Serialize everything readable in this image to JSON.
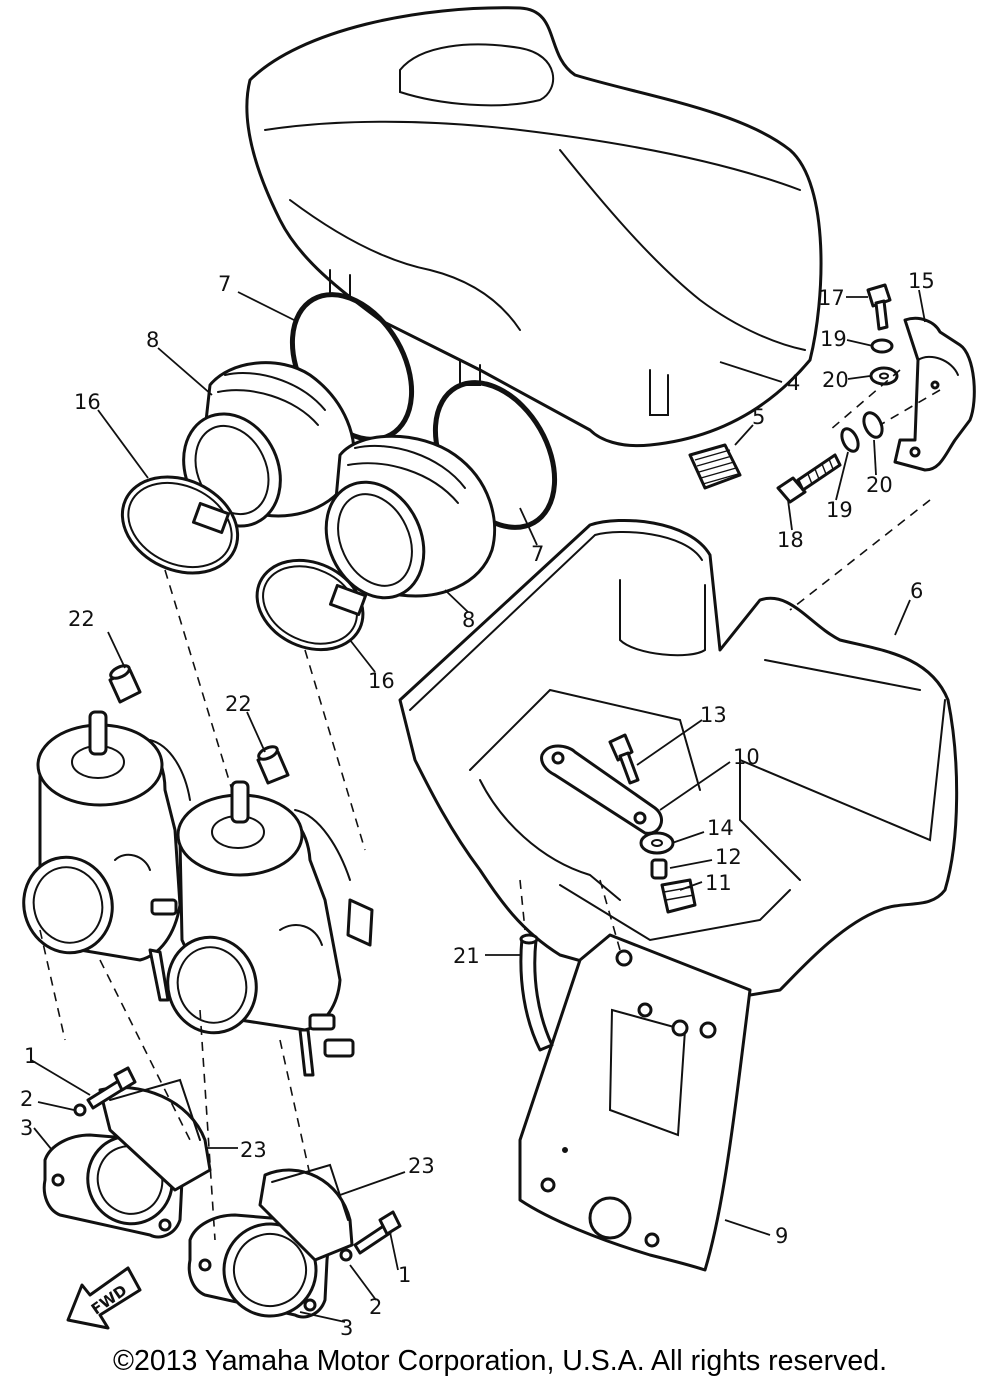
{
  "callouts": {
    "c1a": "1",
    "c1b": "1",
    "c2a": "2",
    "c2b": "2",
    "c3a": "3",
    "c3b": "3",
    "c4": "4",
    "c5": "5",
    "c6": "6",
    "c7a": "7",
    "c7b": "7",
    "c8a": "8",
    "c8b": "8",
    "c9": "9",
    "c10": "10",
    "c11": "11",
    "c12": "12",
    "c13": "13",
    "c14": "14",
    "c15": "15",
    "c16a": "16",
    "c16b": "16",
    "c17": "17",
    "c18": "18",
    "c19a": "19",
    "c19b": "19",
    "c20a": "20",
    "c20b": "20",
    "c21": "21",
    "c22a": "22",
    "c22b": "22",
    "c23a": "23",
    "c23b": "23"
  },
  "fwd_label": "FWD",
  "copyright": "©2013 Yamaha Motor Corporation, U.S.A. All rights reserved."
}
